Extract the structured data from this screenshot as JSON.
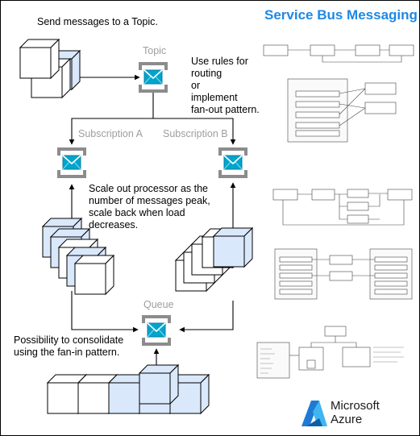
{
  "title": "Service Bus Messaging",
  "captions": {
    "send": "Send messages to a Topic.",
    "rules": [
      "Use rules for",
      "routing",
      "or",
      "implement",
      "fan-out pattern."
    ],
    "scale": [
      "Scale out processor as the",
      "number of messages peak,",
      "scale back when load",
      "decreases."
    ],
    "consolidate": [
      "Possibility to consolidate",
      "using the fan-in pattern."
    ]
  },
  "labels": {
    "topic": "Topic",
    "subscription_a": "Subscription A",
    "subscription_b": "Subscription B",
    "queue": "Queue"
  },
  "logo": {
    "line1": "Microsoft",
    "line2": "Azure"
  },
  "icons": [
    "cube-icon",
    "envelope-icon",
    "azure-logo-icon"
  ],
  "colors": {
    "title": "#1e88e5",
    "cube_blue": "#dae8fc",
    "cube_white": "#ffffff",
    "bracket_grey": "#8c8c8c",
    "envelope_teal": "#00a4cc",
    "label_grey": "#9e9e9e"
  }
}
